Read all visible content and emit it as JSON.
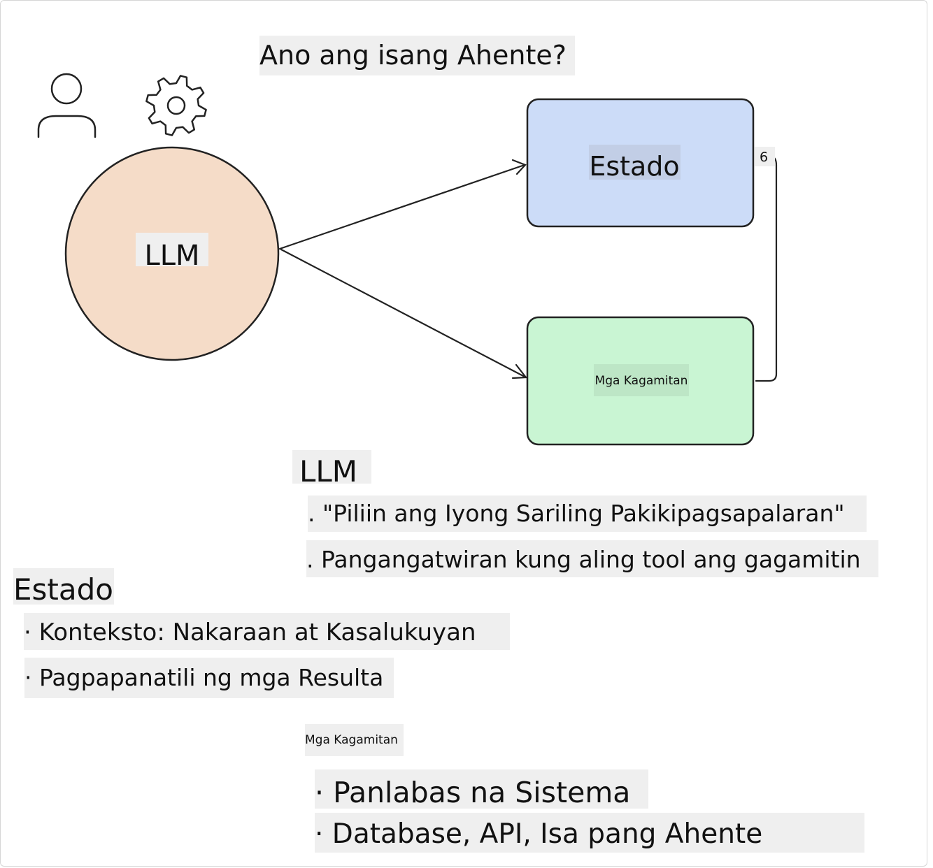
{
  "title": "Ano ang isang Ahente?",
  "icons": {
    "user": "user-icon",
    "gear": "gear-icon"
  },
  "colors": {
    "llm_fill": "#f5dcc8",
    "state_fill": "#ccdcf8",
    "tools_fill": "#c9f5d3",
    "stroke": "#222222",
    "label_bg": "#efefef"
  },
  "nodes": {
    "llm": "LLM",
    "state": "Estado",
    "tools": "Mga Kagamitan",
    "connector_mark": "6"
  },
  "llm_section": {
    "heading": "LLM",
    "items": [
      ". \"Piliin ang Iyong Sariling Pakikipagsapalaran\"",
      ". Pangangatwiran kung aling tool ang gagamitin"
    ]
  },
  "state_section": {
    "heading": "Estado",
    "items": [
      "· Konteksto: Nakaraan at Kasalukuyan",
      "· Pagpapanatili ng mga Resulta"
    ]
  },
  "tools_section": {
    "heading": "Mga Kagamitan",
    "items": [
      "· Panlabas na Sistema",
      "· Database, API, Isa pang Ahente"
    ]
  }
}
